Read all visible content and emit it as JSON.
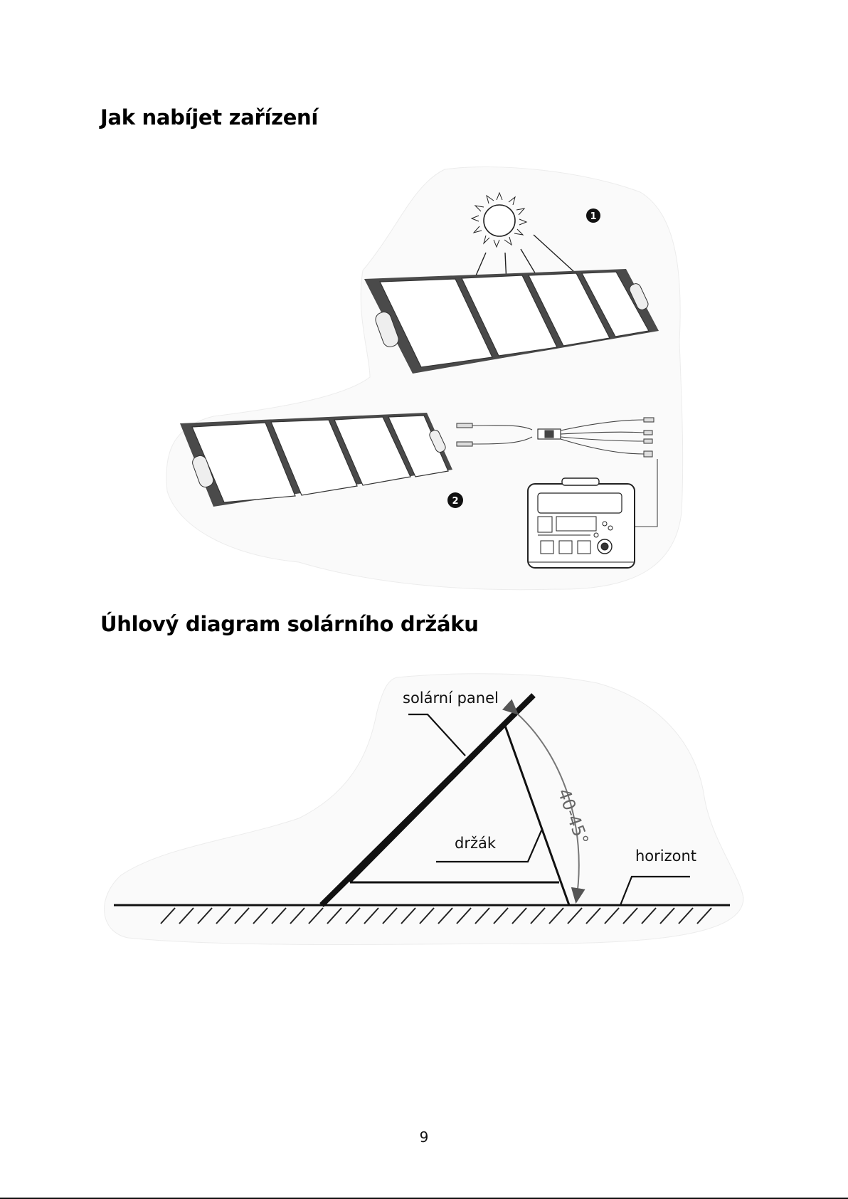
{
  "section_charging": {
    "heading": "Jak nabíjet zařízení",
    "step_markers": [
      "1",
      "2"
    ]
  },
  "section_angle": {
    "heading": "Úhlový diagram solárního držáku",
    "labels": {
      "panel": "solární panel",
      "stand": "držák",
      "horizon": "horizont",
      "angle": "40-45°"
    }
  },
  "footer": {
    "page_number": "9"
  }
}
